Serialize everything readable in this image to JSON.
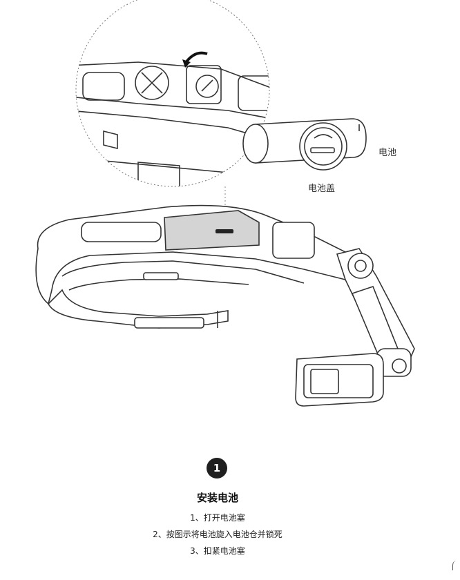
{
  "labels": {
    "battery": "电池",
    "battery_cover": "电池盖"
  },
  "step": {
    "number": "1",
    "title": "安装电池",
    "instructions": [
      "1、打开电池塞",
      "2、按图示将电池旋入电池仓并锁死",
      "3、扣紧电池塞"
    ]
  }
}
